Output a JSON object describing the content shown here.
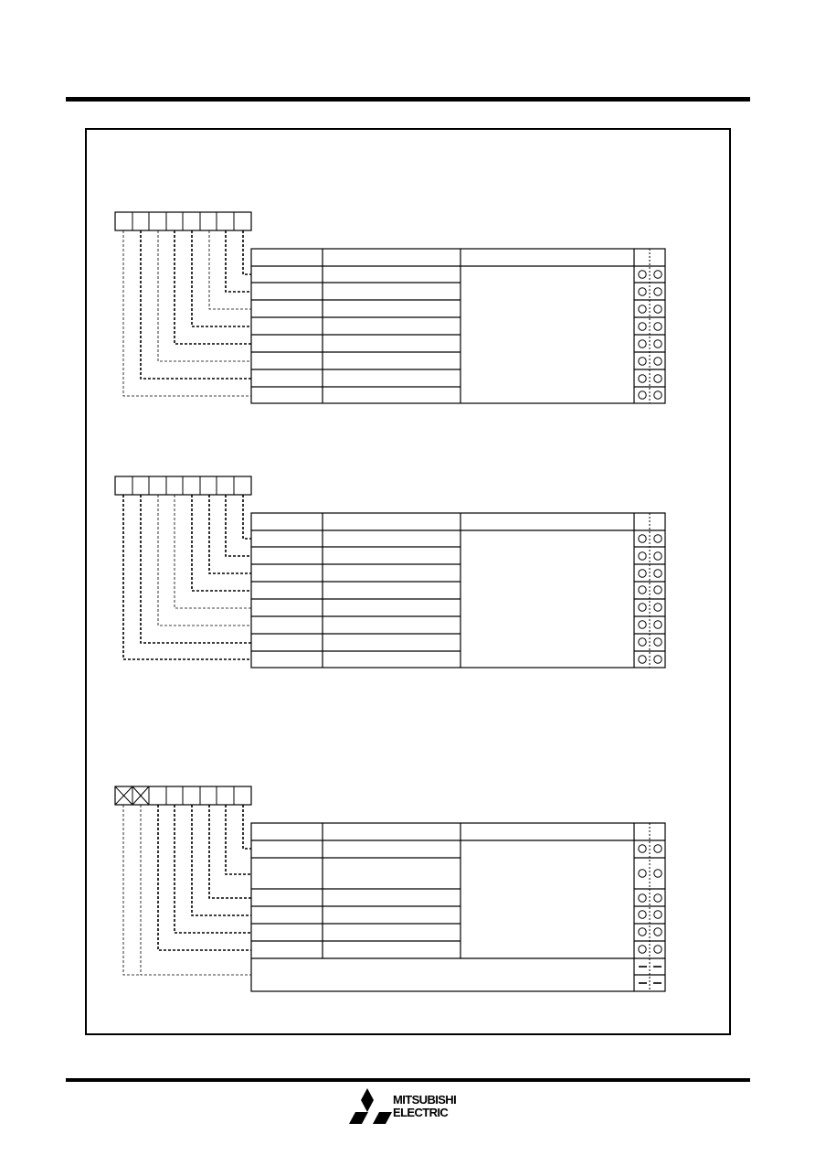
{
  "brand": {
    "line1": "MITSUBISHI",
    "line2": "ELECTRIC",
    "color": "#000000"
  },
  "diagrams": [
    {
      "name": "register-diagram-1",
      "bits": 8,
      "reserved_bits": 0,
      "rows": 8,
      "empty_cells": true
    },
    {
      "name": "register-diagram-2",
      "bits": 8,
      "reserved_bits": 0,
      "rows": 8,
      "empty_cells": true
    },
    {
      "name": "register-diagram-3",
      "bits": 8,
      "reserved_bits": 2,
      "rows": 6,
      "empty_cells": true
    }
  ]
}
